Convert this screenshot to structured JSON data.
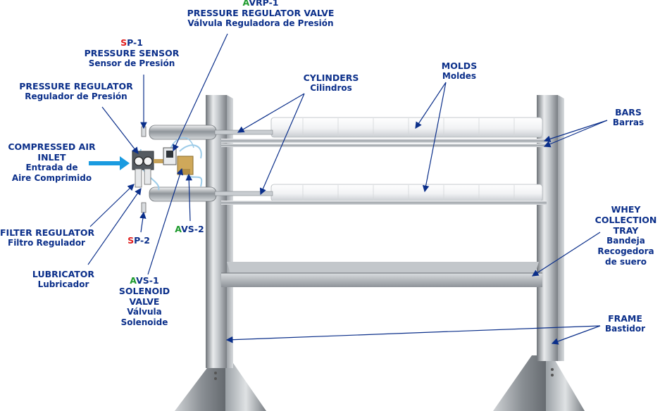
{
  "labels": {
    "avrp1": {
      "prefix": "A",
      "code": "VRP-1",
      "title": "PRESSURE REGULATOR VALVE",
      "sub": "Válvula Reguladora de Presión"
    },
    "sp1": {
      "prefix": "S",
      "code": "P-1",
      "title": "PRESSURE SENSOR",
      "sub": "Sensor de Presión"
    },
    "pressure_regulator": {
      "title": "PRESSURE REGULATOR",
      "sub": "Regulador de Presión"
    },
    "compressed_air": {
      "title1": "COMPRESSED AIR",
      "title2": "INLET",
      "sub1": "Entrada de",
      "sub2": "Aire Comprimido"
    },
    "filter_regulator": {
      "title": "FILTER REGULATOR",
      "sub": "Filtro Regulador"
    },
    "sp2": {
      "prefix": "S",
      "code": "P-2"
    },
    "avs2": {
      "prefix": "A",
      "code": "VS-2"
    },
    "lubricator": {
      "title": "LUBRICATOR",
      "sub": "Lubricador"
    },
    "avs1": {
      "prefix": "A",
      "code": "VS-1",
      "title1": "SOLENOID",
      "title2": "VALVE",
      "sub1": "Válvula",
      "sub2": "Solenoide"
    },
    "cylinders": {
      "title": "CYLINDERS",
      "sub": "Cilindros"
    },
    "molds": {
      "title": "MOLDS",
      "sub": "Moldes"
    },
    "bars": {
      "title": "BARS",
      "sub": "Barras"
    },
    "whey": {
      "title1": "WHEY",
      "title2": "COLLECTION",
      "title3": "TRAY",
      "sub1": "Bandeja",
      "sub2": "Recogedora",
      "sub3": "de suero"
    },
    "frame": {
      "title": "FRAME",
      "sub": "Bastidor"
    }
  },
  "colors": {
    "label_text": "#0b2f8a",
    "prefix_sensor": "#e01b1b",
    "prefix_actuator": "#1d9a2c",
    "arrow": "#1a9be0",
    "steel_light": "#eceef0",
    "steel_dark": "#7d8287"
  }
}
